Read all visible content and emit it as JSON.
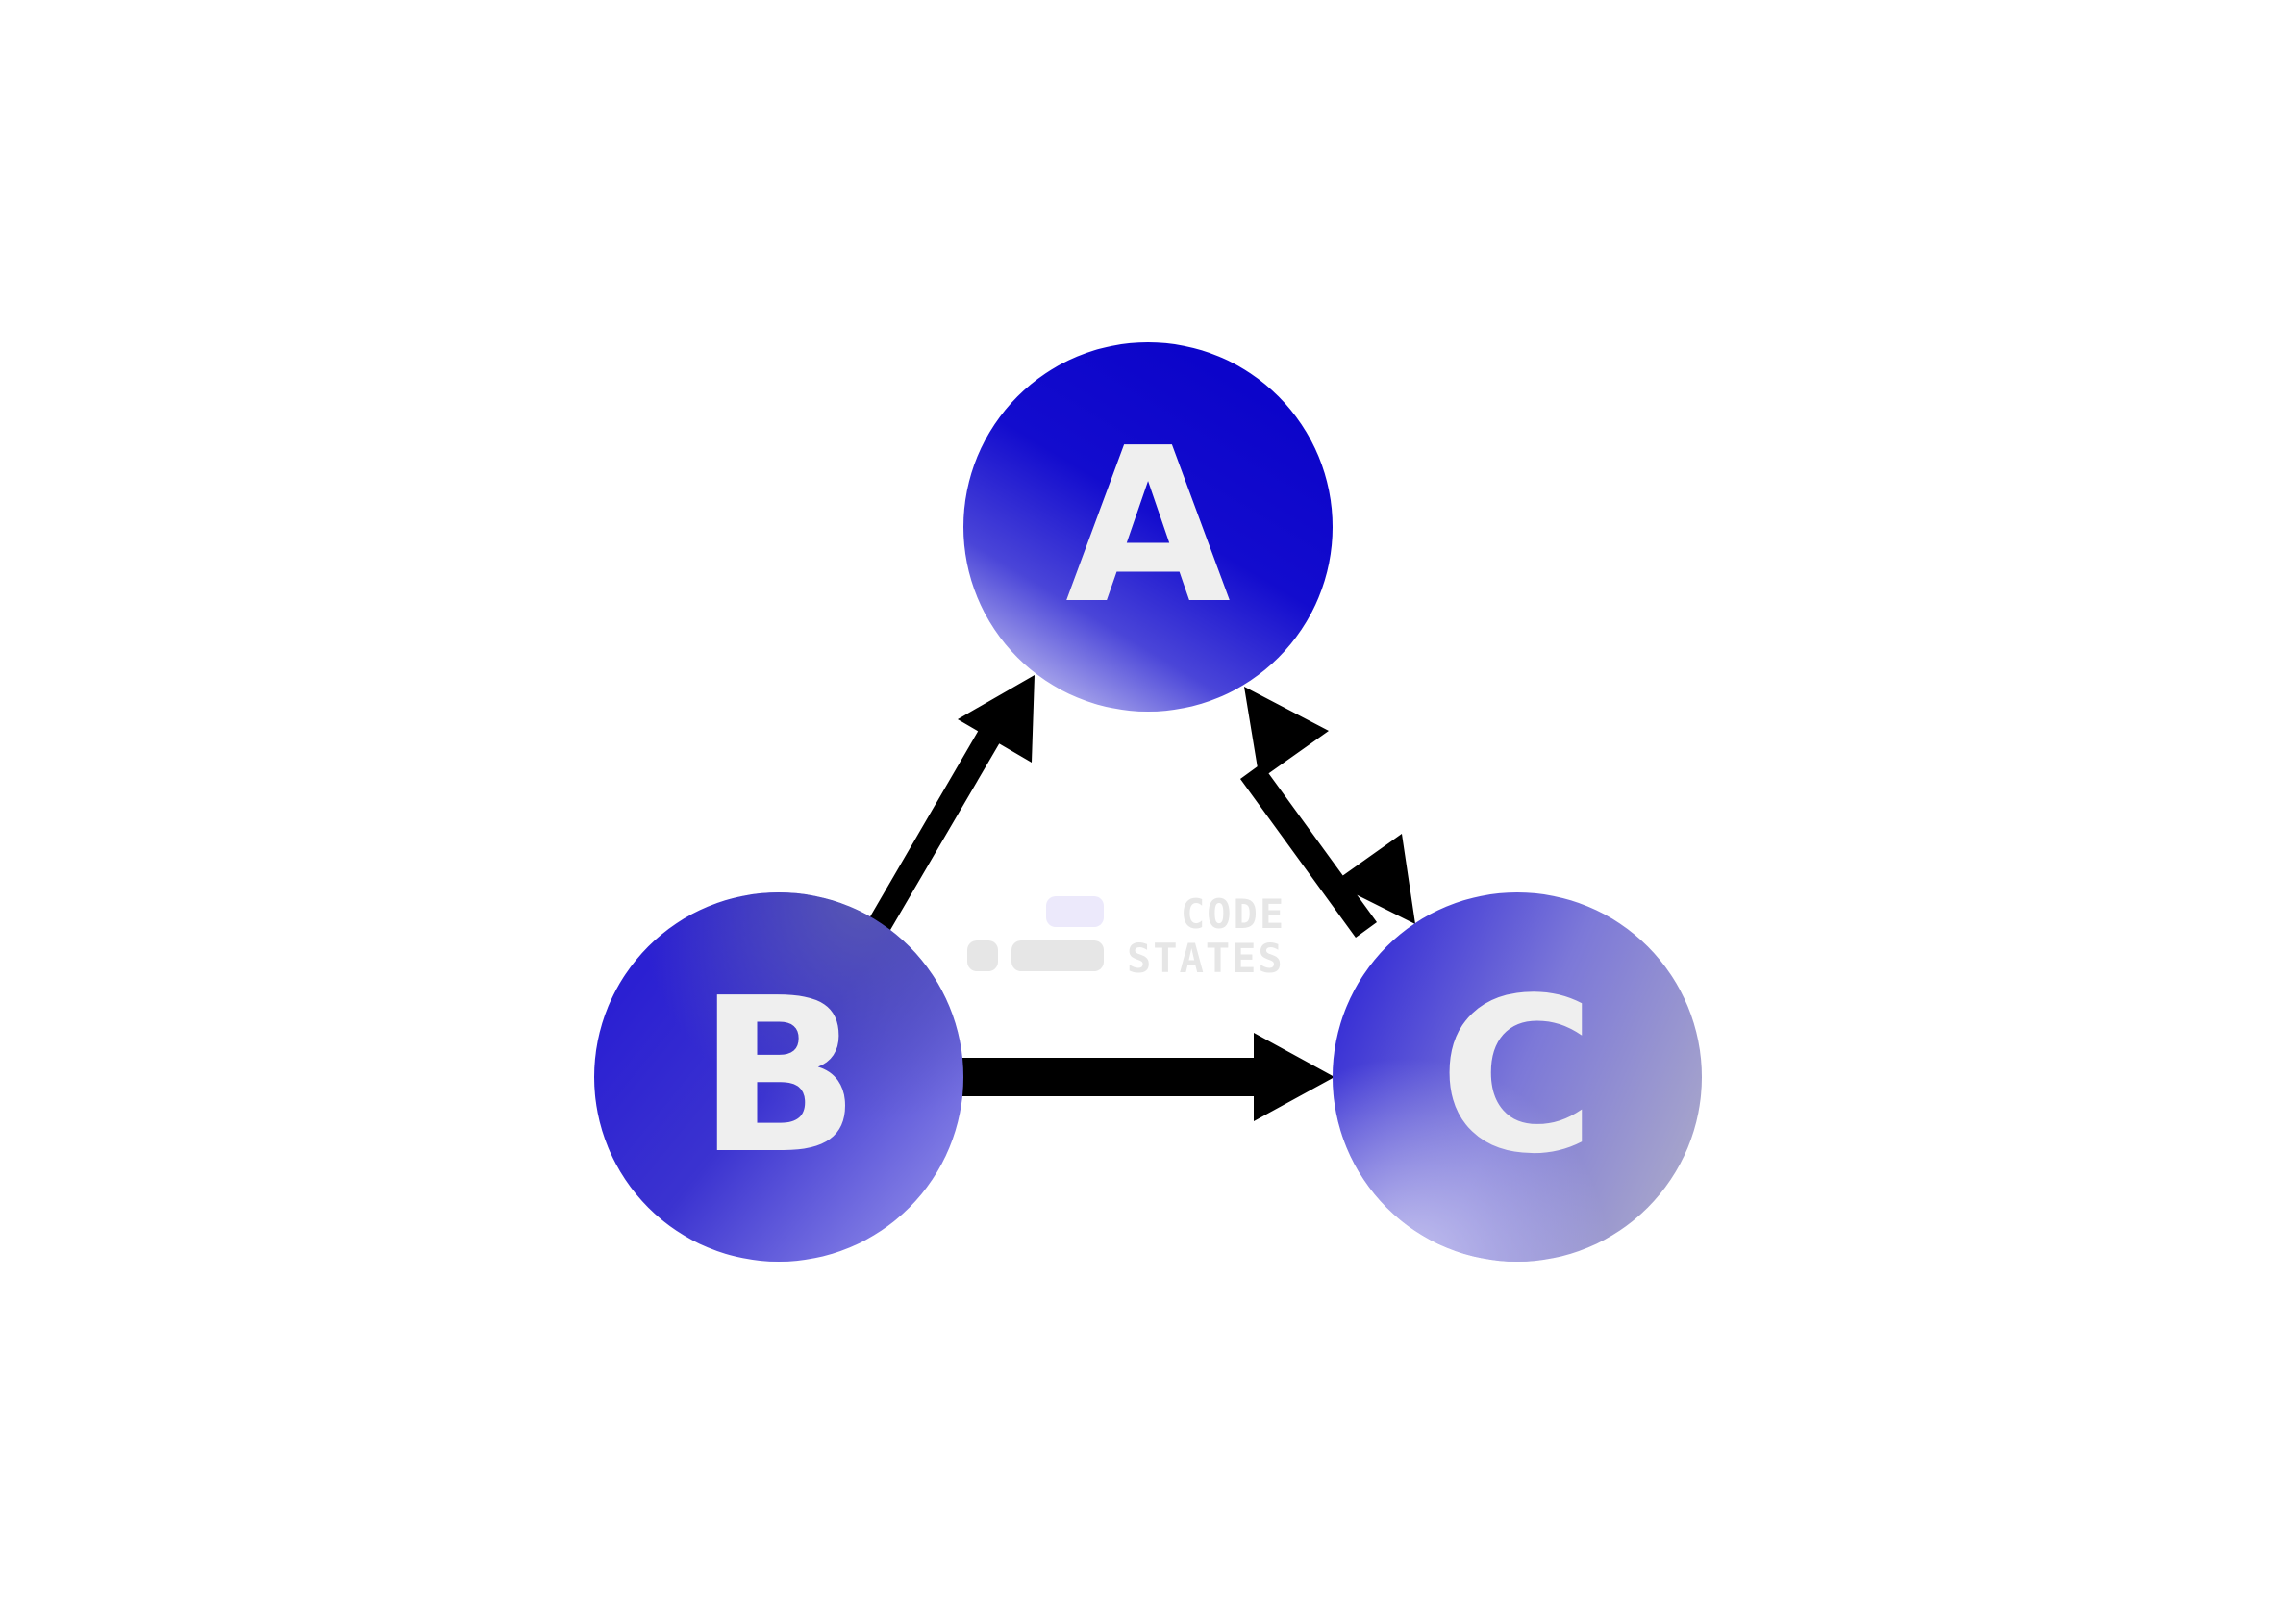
{
  "graph": {
    "nodes": [
      {
        "id": "A",
        "label": "A"
      },
      {
        "id": "B",
        "label": "B"
      },
      {
        "id": "C",
        "label": "C"
      }
    ],
    "edges": [
      {
        "from": "B",
        "to": "A",
        "directed": true,
        "bidirectional": false
      },
      {
        "from": "A",
        "to": "C",
        "directed": true,
        "bidirectional": true
      },
      {
        "from": "B",
        "to": "C",
        "directed": true,
        "bidirectional": false
      }
    ]
  },
  "watermark": {
    "line1": "CODE",
    "line2": "STATES"
  },
  "colors": {
    "background": "#ffffff",
    "node_dark": "#0b03c9",
    "node_mid": "#4a45d6",
    "node_light": "#b2b0ec",
    "node_grey": "#9a9cc4",
    "label": "#efefef",
    "edge": "#000000",
    "watermark": "#e6e6e6",
    "watermark_accent": "#ece9fb"
  }
}
